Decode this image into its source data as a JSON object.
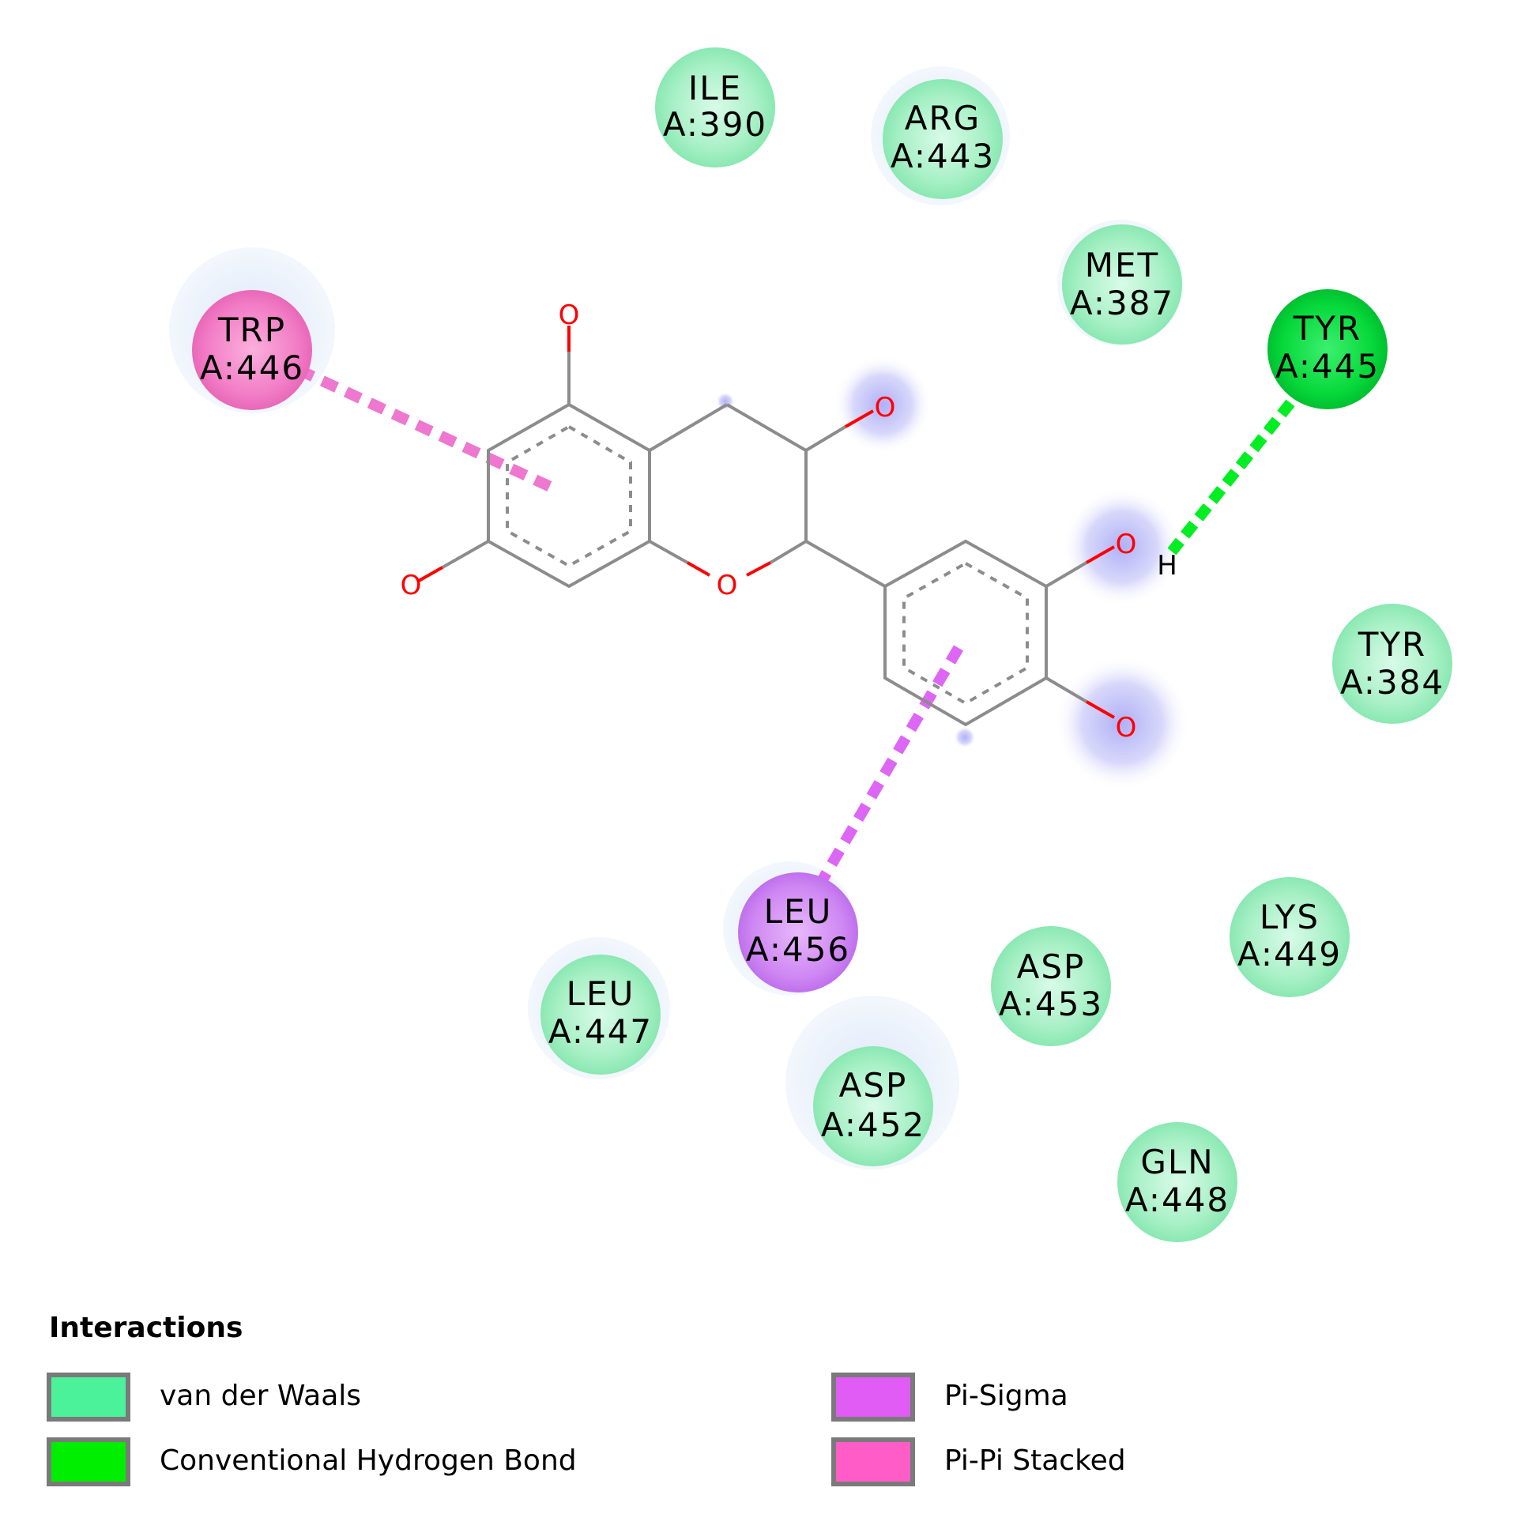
{
  "residues": [
    {
      "name": "ILE",
      "chain_pos": "A:390",
      "type": "vdw"
    },
    {
      "name": "ARG",
      "chain_pos": "A:443",
      "type": "vdw"
    },
    {
      "name": "MET",
      "chain_pos": "A:387",
      "type": "vdw"
    },
    {
      "name": "TYR",
      "chain_pos": "A:445",
      "type": "hbond"
    },
    {
      "name": "TRP",
      "chain_pos": "A:446",
      "type": "pipi"
    },
    {
      "name": "TYR",
      "chain_pos": "A:384",
      "type": "vdw"
    },
    {
      "name": "LEU",
      "chain_pos": "A:456",
      "type": "pisigma"
    },
    {
      "name": "LYS",
      "chain_pos": "A:449",
      "type": "vdw"
    },
    {
      "name": "ASP",
      "chain_pos": "A:453",
      "type": "vdw"
    },
    {
      "name": "LEU",
      "chain_pos": "A:447",
      "type": "vdw"
    },
    {
      "name": "ASP",
      "chain_pos": "A:452",
      "type": "vdw"
    },
    {
      "name": "GLN",
      "chain_pos": "A:448",
      "type": "vdw"
    }
  ],
  "atoms": {
    "oxygen": "O",
    "hydrogen": "H"
  },
  "legend": {
    "title": "Interactions",
    "items": [
      {
        "label": "van der Waals",
        "color": "#4cf29a"
      },
      {
        "label": "Pi-Sigma",
        "color": "#e05cf5"
      },
      {
        "label": "Conventional Hydrogen Bond",
        "color": "#00ee00"
      },
      {
        "label": "Pi-Pi Stacked",
        "color": "#ff5cc8"
      }
    ]
  },
  "colors": {
    "vdw": "#a6f2c8",
    "hbond": "#00d83c",
    "pipi": "#f07cc8",
    "pisigma": "#c87cf0",
    "bond": "#8c8c8c",
    "oxygen": "#ff0000"
  }
}
